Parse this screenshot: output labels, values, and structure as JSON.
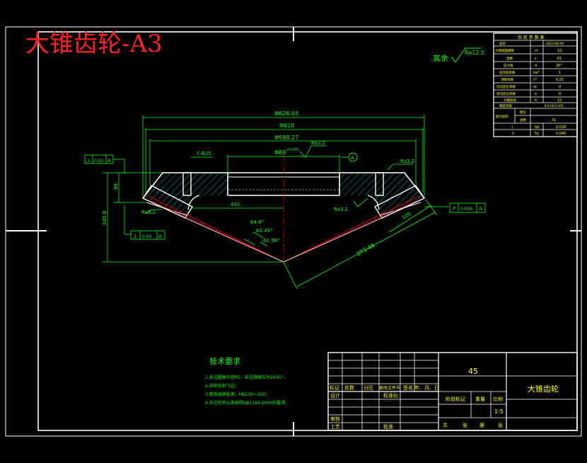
{
  "title": "大锥齿轮-A3",
  "colors": {
    "background": "#000000",
    "frame": "#ffffff",
    "geometry": "#ffffff",
    "dimension": "#00ff00",
    "table_text": "#ffff00",
    "title_red": "#ff2020",
    "center_line": "#ff0000"
  },
  "roughness_note": {
    "label": "其余",
    "value": "Ra12.5"
  },
  "dimensions": {
    "d_outer": "Φ626.65",
    "d_pitch": "Φ610",
    "d_face": "Φ588.27",
    "d_bore": "Φ89",
    "bore_tol": "+0.035",
    "keyway": "C-B25",
    "ra_bore": "Ra3.2",
    "ra_face_right": "Ra3.2",
    "ra_bottom": "Ra3.2",
    "ra_left": "Ra3.2",
    "hub_len": "420",
    "left_h1": "98",
    "left_h2": "345.8",
    "ang1": "64.8°",
    "ang2": "63.43°",
    "ang3": "61.56°",
    "face_width": "105",
    "cone_dist": "273.48",
    "datum": "A",
    "tol_left_top": [
      "⊥",
      "0.02",
      "A"
    ],
    "tol_left_bottom": [
      "⊥",
      "0.03",
      "A"
    ],
    "tol_right": [
      "↗",
      "0.036",
      "A"
    ]
  },
  "param_table": {
    "header": "齿 轮 参 数 表",
    "rows": [
      [
        "齿形",
        "GB12368-90",
        ""
      ],
      [
        "大端端面模数",
        "m",
        "10"
      ],
      [
        "齿数",
        "z",
        "61"
      ],
      [
        "压力角",
        "α",
        "20°"
      ],
      [
        "齿顶高系数",
        "ha*",
        "1"
      ],
      [
        "顶隙系数",
        "c*",
        "0.25"
      ],
      [
        "切向变位系数",
        "xt",
        "0"
      ],
      [
        "径向变位系数",
        "x",
        "0"
      ],
      [
        "大端齿高",
        "h",
        "22"
      ],
      [
        "精度等级",
        "8-8 GB11365",
        ""
      ]
    ],
    "mesh_label": "配对齿轮",
    "mesh_rows": [
      [
        "图号",
        ""
      ],
      [
        "齿数",
        "31"
      ]
    ],
    "bottom_rows": [
      [
        "I",
        "fpt",
        "0.028"
      ],
      [
        "II",
        "Fp",
        "0.045"
      ]
    ]
  },
  "tech_req": {
    "title": "技术要求",
    "items": [
      "1.未注圆角半径R5，未注倒角均为2X45°；",
      "2.去除毛刺飞边；",
      "3.整体调质处理，HB230～250；",
      "4.未注形状公差按照GB1184-2000的要求。"
    ]
  },
  "title_block": {
    "material": "45",
    "name": "大锥齿轮",
    "change_cols": [
      "标记",
      "处数",
      "分区",
      "更改文件号",
      "签名",
      "年、月、日"
    ],
    "roles": [
      "设计",
      "标准化",
      "审核",
      "工艺",
      "批准"
    ],
    "stage_labels": [
      "阶段标记",
      "重量",
      "比例"
    ],
    "scale": "1:5",
    "sheet_row": [
      "共",
      "张",
      "第",
      "张"
    ]
  }
}
